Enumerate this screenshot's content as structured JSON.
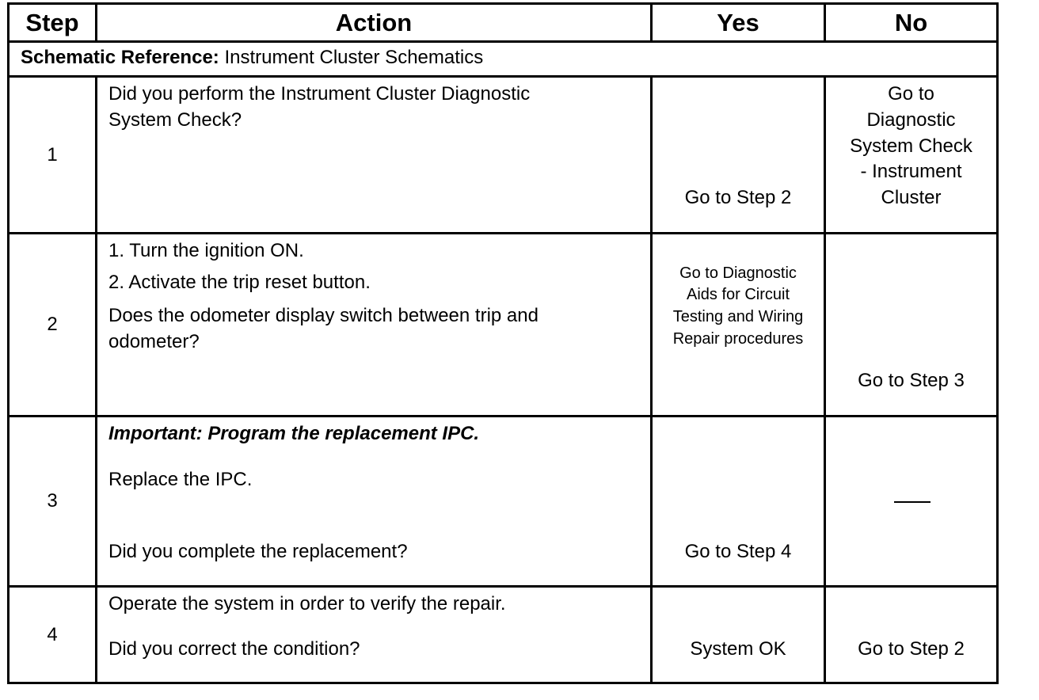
{
  "table": {
    "headers": {
      "step": "Step",
      "action": "Action",
      "yes": "Yes",
      "no": "No"
    },
    "schematic": {
      "label": "Schematic Reference:",
      "value": " Instrument Cluster Schematics"
    },
    "rows": [
      {
        "step": "1",
        "action": [
          "Did you perform the Instrument Cluster Diagnostic",
          "System Check?"
        ],
        "yes": "Go to Step 2",
        "no": [
          "Go to",
          "Diagnostic",
          "System Check",
          "- Instrument",
          "Cluster"
        ]
      },
      {
        "step": "2",
        "action": [
          "1. Turn the ignition ON.",
          "2. Activate the trip reset button.",
          "Does the odometer display switch between trip and",
          "odometer?"
        ],
        "yes": [
          "Go to Diagnostic",
          "Aids for Circuit",
          "Testing and Wiring",
          "Repair procedures"
        ],
        "no": "Go to Step 3"
      },
      {
        "step": "3",
        "important": "Important: Program the replacement IPC.",
        "action": [
          "Replace the IPC.",
          "Did you complete the replacement?"
        ],
        "yes": "Go to Step 4",
        "no": "—"
      },
      {
        "step": "4",
        "action": [
          "Operate the system in order to verify the repair.",
          "Did you correct the condition?"
        ],
        "yes": "System OK",
        "no": "Go to Step 2"
      }
    ]
  }
}
